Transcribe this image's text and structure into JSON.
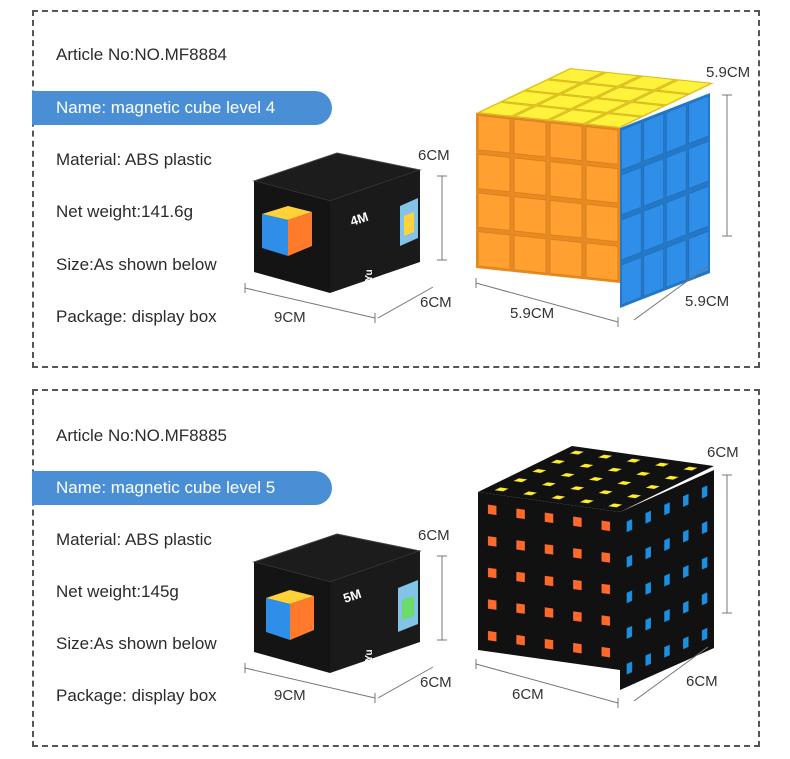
{
  "products": [
    {
      "article": "Article No:NO.MF8884",
      "name": "Name: magnetic cube level 4",
      "material": "Material: ABS plastic",
      "weight": "Net weight:141.6g",
      "size": "Size:As shown below",
      "package": "Package: display box",
      "box_height": "6CM",
      "box_width": "9CM",
      "box_depth": "6CM",
      "cube_height": "5.9CM",
      "cube_width": "5.9CM",
      "cube_depth": "5.9CM",
      "box_logo": "4M",
      "box_brand": "MoYu"
    },
    {
      "article": "Article No:NO.MF8885",
      "name": "Name: magnetic cube level 5",
      "material": "Material: ABS plastic",
      "weight": "Net weight:145g",
      "size": "Size:As shown below",
      "package": "Package: display box",
      "box_height": "6CM",
      "box_width": "9CM",
      "box_depth": "6CM",
      "cube_height": "6CM",
      "cube_width": "6CM",
      "cube_depth": "6CM",
      "box_logo": "5M",
      "box_brand": "MoYu"
    }
  ],
  "colors": {
    "accent": "#4a8fd6",
    "stickerless_orange": "#ffa030",
    "stickerless_yellow": "#fff23a",
    "stickerless_blue": "#2f8fe8",
    "sticker_orange": "#ff6a2a",
    "sticker_yellow": "#ffef2a",
    "sticker_blue": "#1b8fe0",
    "cube_body": "#111111"
  }
}
